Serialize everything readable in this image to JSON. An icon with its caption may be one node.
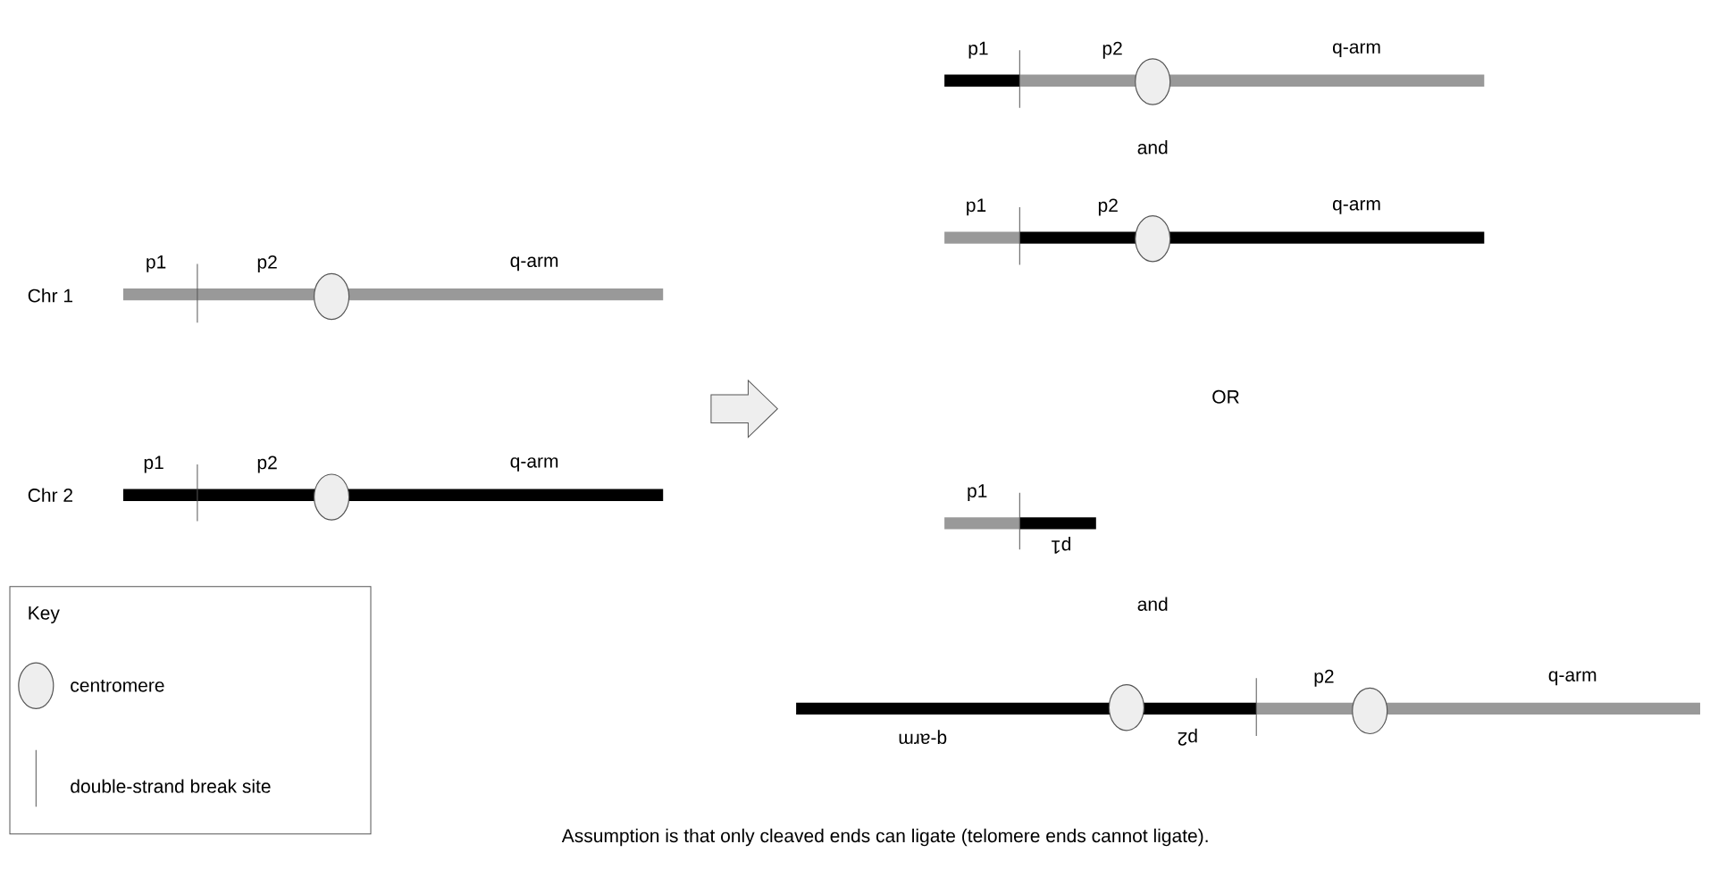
{
  "diagram": {
    "caption": "Assumption is that only cleaved ends can ligate (telomere ends cannot ligate).",
    "labels": [
      "p1",
      "p2",
      "q-arm",
      "and",
      "p1",
      "p2",
      "q-arm",
      "p1",
      "p2",
      "q-arm",
      "Chr 1",
      "OR",
      "p1",
      "p2",
      "q-arm",
      "Chr 2",
      "p1",
      "p1",
      "and",
      "Key",
      "p2",
      "q-arm",
      "q-arm",
      "p2"
    ],
    "legend": [
      {
        "text": "centromere"
      },
      {
        "text": "double-strand break site"
      }
    ]
  }
}
